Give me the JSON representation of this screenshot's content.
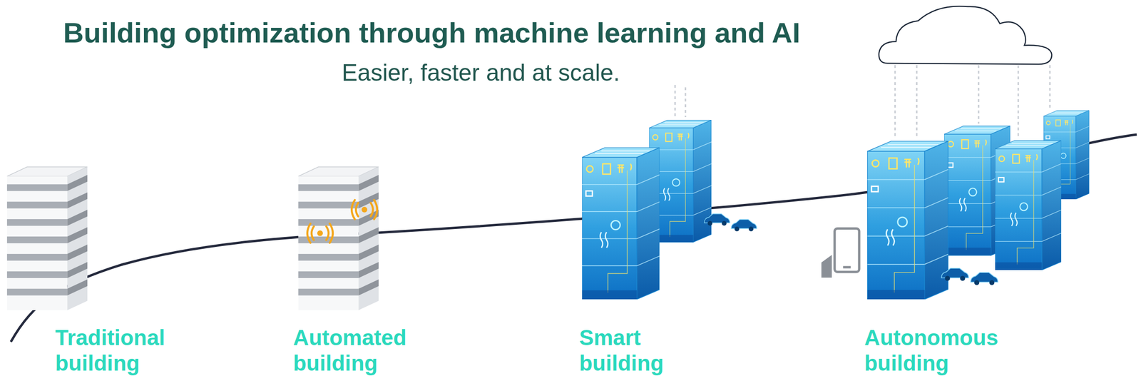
{
  "diagram": {
    "title": "Building optimization through machine learning and AI",
    "labels": [
      "Easier, faster and at scale.",
      "Traditional building",
      "Automated building",
      "Smart building",
      "Autonomous building"
    ]
  }
}
